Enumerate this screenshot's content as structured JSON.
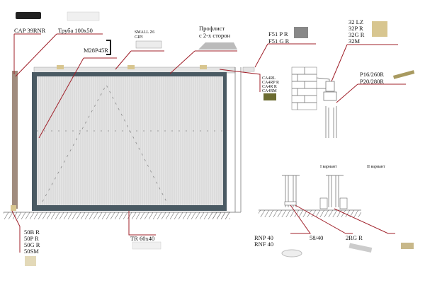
{
  "labels": {
    "cap": "CAP 39RNR",
    "tube": "Труба 100x50",
    "handle": "M28P45R",
    "small_z6_1": "SMALL Z6",
    "small_z6_2": "GIPI",
    "profile_1": "Профлист",
    "profile_2": "с 2-х сторон",
    "f51_1": "F51 P R",
    "f51_2": "F51 G R",
    "ca4": [
      "CA4RL",
      "CA4RP R",
      "CA4R R",
      "CA4RM"
    ],
    "carriage": [
      "32 LZ",
      "32P R",
      "32G R",
      "32M"
    ],
    "plate": [
      "P16/260R",
      "P20/280R"
    ],
    "variant1": "I вариант",
    "variant2": "II вариант",
    "end_cap": [
      "50B R",
      "50P R",
      "50G R",
      "50SM"
    ],
    "tr": "TR 60x40",
    "rnp": [
      "RNP 40",
      "RNF 40"
    ],
    "rail58": "58/40",
    "rg": "2RG R"
  },
  "colors": {
    "leader": "#a0202a",
    "frame": "#4a5a63",
    "post": "#a08c7e",
    "panel": "#dcdcdc"
  }
}
